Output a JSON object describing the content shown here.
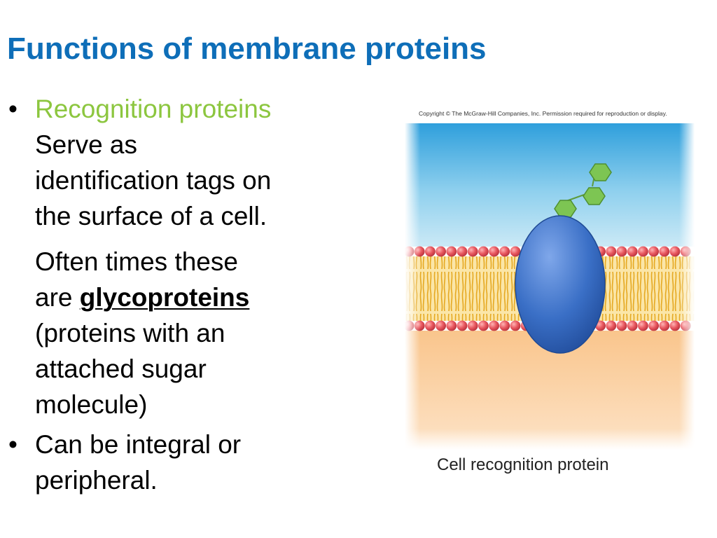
{
  "slide": {
    "title": "Functions of membrane proteins",
    "bullet_symbol": "•",
    "bullets": [
      {
        "heading": "Recognition proteins",
        "lines": [
          "Serve as",
          "identification tags on",
          "the surface of a cell."
        ],
        "para2_line1": "Often times these",
        "para2_line2_prefix": "are ",
        "para2_term": "glycoproteins",
        "para2_lines": [
          "(proteins with an",
          "attached sugar",
          "molecule)"
        ]
      },
      {
        "lines": [
          "Can be integral or",
          "peripheral."
        ]
      }
    ]
  },
  "figure": {
    "copyright": "Copyright © The McGraw-Hill Companies, Inc. Permission required for reproduction or display.",
    "caption": "Cell recognition protein",
    "colors": {
      "extracellular": "#2fa0dd",
      "cytoplasm": "#f9cb95",
      "phospholipid_head": "#e8575f",
      "lipid_tail": "#f2c230",
      "protein": "#3a72c8",
      "sugar": "#7dc553"
    }
  }
}
